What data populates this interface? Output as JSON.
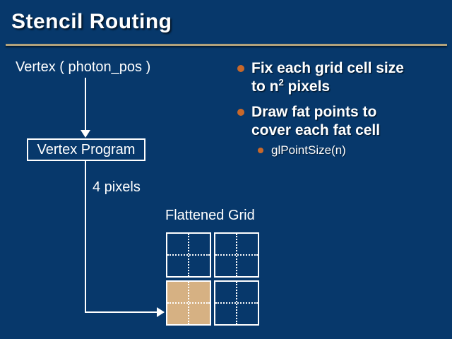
{
  "slide": {
    "title": "Stencil Routing",
    "colors": {
      "background": "#07386b",
      "title_rule": "#b2a27c",
      "bullet_dot": "#c8682a",
      "grid_cell_fill": "#d6b183",
      "line_and_text": "#ffffff"
    }
  },
  "flowchart": {
    "input_label": "Vertex ( photon_pos )",
    "box_label": "Vertex Program",
    "edge_label": "4 pixels",
    "grid_title": "Flattened Grid",
    "grid": {
      "rows": 2,
      "cols": 2,
      "subcells_per_cell": "2x2 dotted",
      "filled_cell": "bottom-left"
    }
  },
  "bullets": {
    "b1": {
      "line1": "Fix each grid cell size",
      "line2_pre": "to n",
      "line2_sup": "2",
      "line2_post": " pixels"
    },
    "b2": {
      "line1": "Draw fat points to",
      "line2": "cover each fat cell"
    },
    "sub": {
      "label": "glPointSize(n)"
    }
  }
}
